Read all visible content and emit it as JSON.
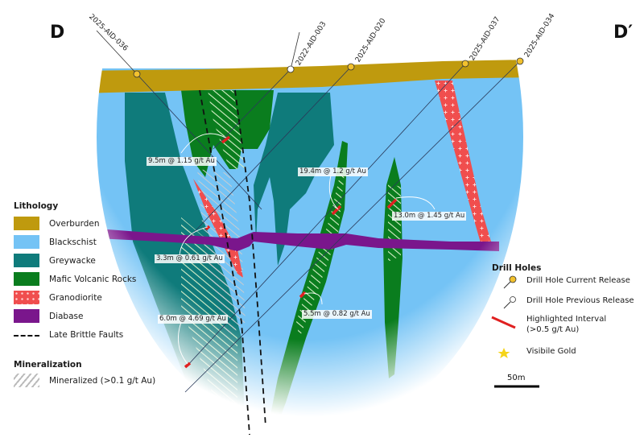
{
  "section": {
    "start_label": "D",
    "end_label": "D′"
  },
  "drill_holes": [
    {
      "id": "2025-AID-036",
      "release": "current"
    },
    {
      "id": "2022-AID-003",
      "release": "previous"
    },
    {
      "id": "2025-AID-020",
      "release": "current"
    },
    {
      "id": "2025-AID-037",
      "release": "current"
    },
    {
      "id": "2025-AID-034",
      "release": "current"
    }
  ],
  "intervals": [
    {
      "label": "9.5m @ 1.15 g/t Au",
      "length_m": 9.5,
      "grade_gpt_au": 1.15
    },
    {
      "label": "19.4m @ 1.2 g/t Au",
      "length_m": 19.4,
      "grade_gpt_au": 1.2
    },
    {
      "label": "13.0m @ 1.45 g/t Au",
      "length_m": 13.0,
      "grade_gpt_au": 1.45
    },
    {
      "label": "3.3m @ 0.61 g/t Au",
      "length_m": 3.3,
      "grade_gpt_au": 0.61
    },
    {
      "label": "5.5m @ 0.82 g/t Au",
      "length_m": 5.5,
      "grade_gpt_au": 0.82
    },
    {
      "label": "6.0m @ 4.69 g/t Au",
      "length_m": 6.0,
      "grade_gpt_au": 4.69
    }
  ],
  "legend_lithology": {
    "title": "Lithology",
    "items": [
      {
        "label": "Overburden",
        "color": "#bf9a0e",
        "pattern": "solid"
      },
      {
        "label": "Blackschist",
        "color": "#74c3f5",
        "pattern": "solid"
      },
      {
        "label": "Greywacke",
        "color": "#0f7b7b",
        "pattern": "solid"
      },
      {
        "label": "Mafic Volcanic Rocks",
        "color": "#0a7d1e",
        "pattern": "solid"
      },
      {
        "label": "Granodiorite",
        "color": "#f04e4e",
        "pattern": "crosses"
      },
      {
        "label": "Diabase",
        "color": "#7a168c",
        "pattern": "solid"
      },
      {
        "label": "Late Brittle Faults",
        "color": "#111111",
        "pattern": "dashed-line"
      }
    ]
  },
  "legend_mineralization": {
    "title": "Mineralization",
    "items": [
      {
        "label": "Mineralized (>0.1 g/t Au)",
        "pattern": "hatch"
      }
    ]
  },
  "legend_drill_holes": {
    "title": "Drill Holes",
    "items": [
      {
        "label": "Drill Hole Current Release",
        "icon": "drill-hole-current-icon",
        "color": "#f2c12e"
      },
      {
        "label": "Drill Hole Previous Release",
        "icon": "drill-hole-previous-icon",
        "color": "#ffffff"
      },
      {
        "label": "Highlighted Interval",
        "label2": "(>0.5 g/t Au)",
        "icon": "highlighted-interval-icon",
        "color": "#e02020"
      },
      {
        "label": "Visibile Gold",
        "icon": "visible-gold-star-icon",
        "color": "#f5d419"
      }
    ]
  },
  "scale_bar": {
    "label": "50m"
  }
}
